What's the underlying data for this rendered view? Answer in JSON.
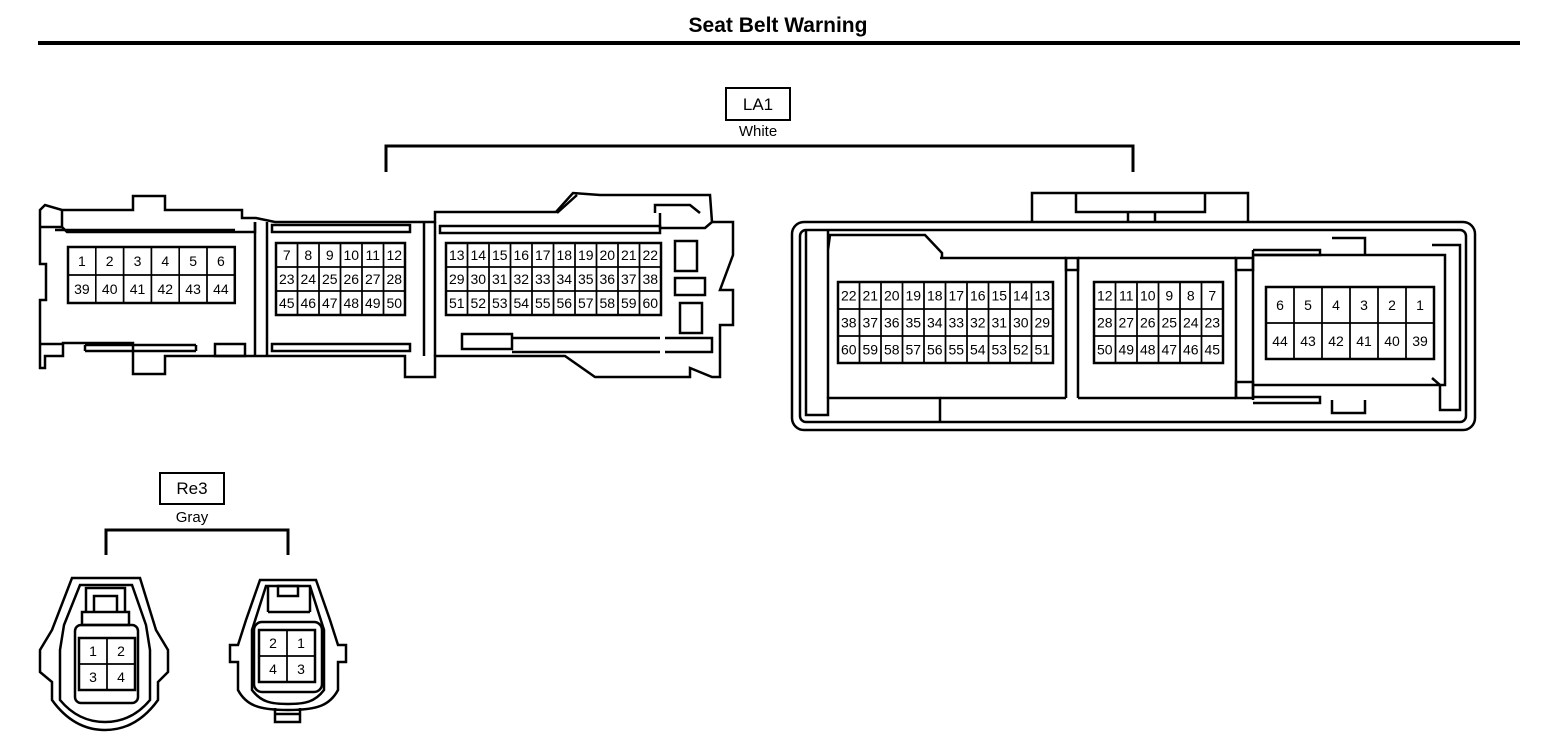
{
  "title": "Seat Belt Warning",
  "connectors": [
    {
      "code": "LA1",
      "color": "White",
      "views": [
        {
          "side": "left",
          "sections": [
            {
              "rows": [
                [
                  "1",
                  "2",
                  "3",
                  "4",
                  "5",
                  "6"
                ],
                [
                  "39",
                  "40",
                  "41",
                  "42",
                  "43",
                  "44"
                ]
              ]
            },
            {
              "rows": [
                [
                  "7",
                  "8",
                  "9",
                  "10",
                  "11",
                  "12"
                ],
                [
                  "23",
                  "24",
                  "25",
                  "26",
                  "27",
                  "28"
                ],
                [
                  "45",
                  "46",
                  "47",
                  "48",
                  "49",
                  "50"
                ]
              ]
            },
            {
              "rows": [
                [
                  "13",
                  "14",
                  "15",
                  "16",
                  "17",
                  "18",
                  "19",
                  "20",
                  "21",
                  "22"
                ],
                [
                  "29",
                  "30",
                  "31",
                  "32",
                  "33",
                  "34",
                  "35",
                  "36",
                  "37",
                  "38"
                ],
                [
                  "51",
                  "52",
                  "53",
                  "54",
                  "55",
                  "56",
                  "57",
                  "58",
                  "59",
                  "60"
                ]
              ]
            }
          ]
        },
        {
          "side": "right",
          "sections": [
            {
              "rows": [
                [
                  "22",
                  "21",
                  "20",
                  "19",
                  "18",
                  "17",
                  "16",
                  "15",
                  "14",
                  "13"
                ],
                [
                  "38",
                  "37",
                  "36",
                  "35",
                  "34",
                  "33",
                  "32",
                  "31",
                  "30",
                  "29"
                ],
                [
                  "60",
                  "59",
                  "58",
                  "57",
                  "56",
                  "55",
                  "54",
                  "53",
                  "52",
                  "51"
                ]
              ]
            },
            {
              "rows": [
                [
                  "12",
                  "11",
                  "10",
                  "9",
                  "8",
                  "7"
                ],
                [
                  "28",
                  "27",
                  "26",
                  "25",
                  "24",
                  "23"
                ],
                [
                  "50",
                  "49",
                  "48",
                  "47",
                  "46",
                  "45"
                ]
              ]
            },
            {
              "rows": [
                [
                  "6",
                  "5",
                  "4",
                  "3",
                  "2",
                  "1"
                ],
                [
                  "44",
                  "43",
                  "42",
                  "41",
                  "40",
                  "39"
                ]
              ]
            }
          ]
        }
      ]
    },
    {
      "code": "Re3",
      "color": "Gray",
      "views": [
        {
          "side": "left",
          "sections": [
            {
              "rows": [
                [
                  "1",
                  "2"
                ],
                [
                  "3",
                  "4"
                ]
              ]
            }
          ]
        },
        {
          "side": "right",
          "sections": [
            {
              "rows": [
                [
                  "2",
                  "1"
                ],
                [
                  "4",
                  "3"
                ]
              ]
            }
          ]
        }
      ]
    }
  ]
}
